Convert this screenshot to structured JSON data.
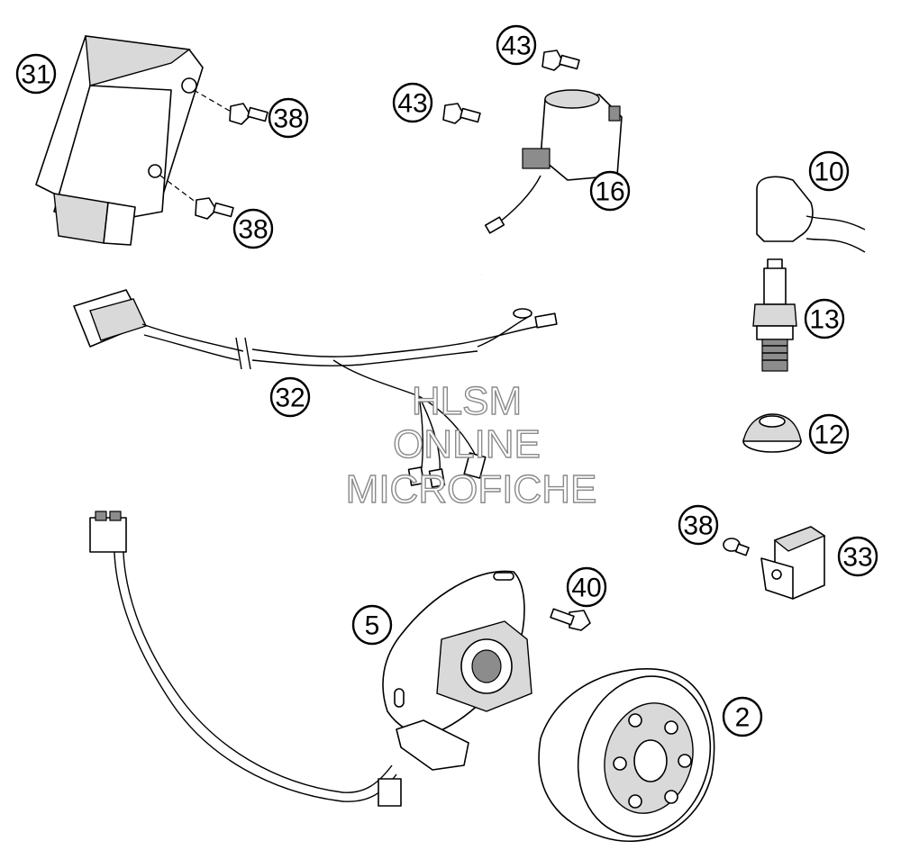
{
  "callouts": [
    {
      "id": "c31",
      "label": "31"
    },
    {
      "id": "c38a",
      "label": "38"
    },
    {
      "id": "c38b",
      "label": "38"
    },
    {
      "id": "c43a",
      "label": "43"
    },
    {
      "id": "c43b",
      "label": "43"
    },
    {
      "id": "c16",
      "label": "16"
    },
    {
      "id": "c10",
      "label": "10"
    },
    {
      "id": "c13",
      "label": "13"
    },
    {
      "id": "c12",
      "label": "12"
    },
    {
      "id": "c32",
      "label": "32"
    },
    {
      "id": "c38c",
      "label": "38"
    },
    {
      "id": "c33",
      "label": "33"
    },
    {
      "id": "c40",
      "label": "40"
    },
    {
      "id": "c5",
      "label": "5"
    },
    {
      "id": "c2",
      "label": "2"
    }
  ],
  "watermark": {
    "line1": "HLSM",
    "line2": "ONLINE",
    "line3": "MICROFICHE"
  }
}
